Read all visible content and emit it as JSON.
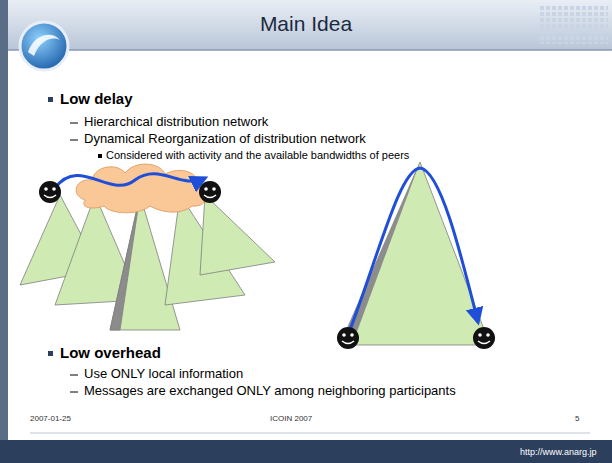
{
  "diagram": {
    "title": "Main Idea",
    "labels": [
      "Low delay",
      "Hierarchical distribution network",
      "Dynamical Reorganization of distribution network",
      "Considered with activity and the available bandwidths of peers",
      "Low overhead",
      "Use ONLY local information",
      "Messages are exchanged ONLY among neighboring participants",
      "2007-01-25",
      "ICOIN 2007",
      "5",
      "http://www.anarg.jp"
    ]
  }
}
